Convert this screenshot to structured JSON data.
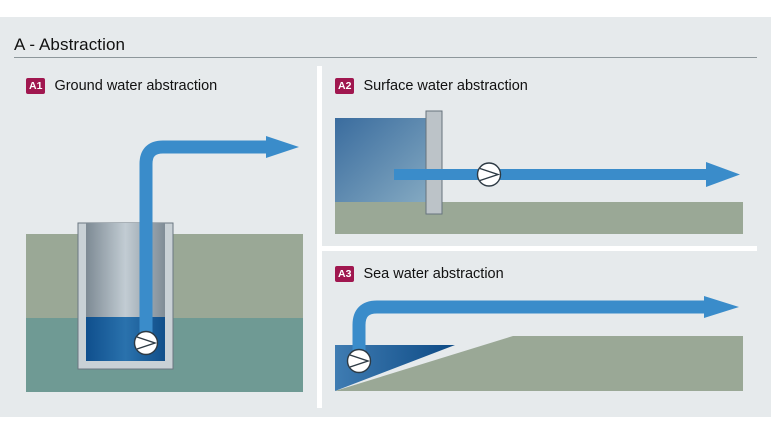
{
  "header": {
    "title": "A - Abstraction"
  },
  "sections": [
    {
      "badge": "A1",
      "title": "Ground water abstraction"
    },
    {
      "badge": "A2",
      "title": "Surface water abstraction"
    },
    {
      "badge": "A3",
      "title": "Sea water abstraction"
    }
  ],
  "colors": {
    "background": "#e6eaec",
    "ground_upper": "#9aa896",
    "ground_lower": "#6f9a94",
    "water_pipe": "#3a8cca",
    "water_deep": "#155a9a",
    "badge": "#a0174f",
    "wall": "#bcc3c8"
  },
  "icons": {
    "pump": "pump-icon",
    "flow": "flow-arrow-icon"
  }
}
